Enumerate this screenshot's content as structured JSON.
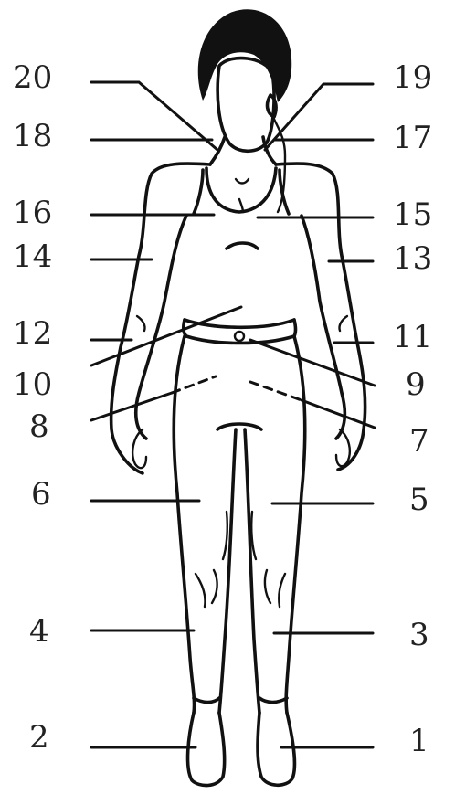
{
  "figure": {
    "labels": [
      "20",
      "19",
      "18",
      "17",
      "16",
      "15",
      "14",
      "13",
      "12",
      "11",
      "10",
      "9",
      "8",
      "7",
      "6",
      "5",
      "4",
      "3",
      "2",
      "1"
    ],
    "ink_color": "#111111",
    "label_color": "#222222"
  }
}
